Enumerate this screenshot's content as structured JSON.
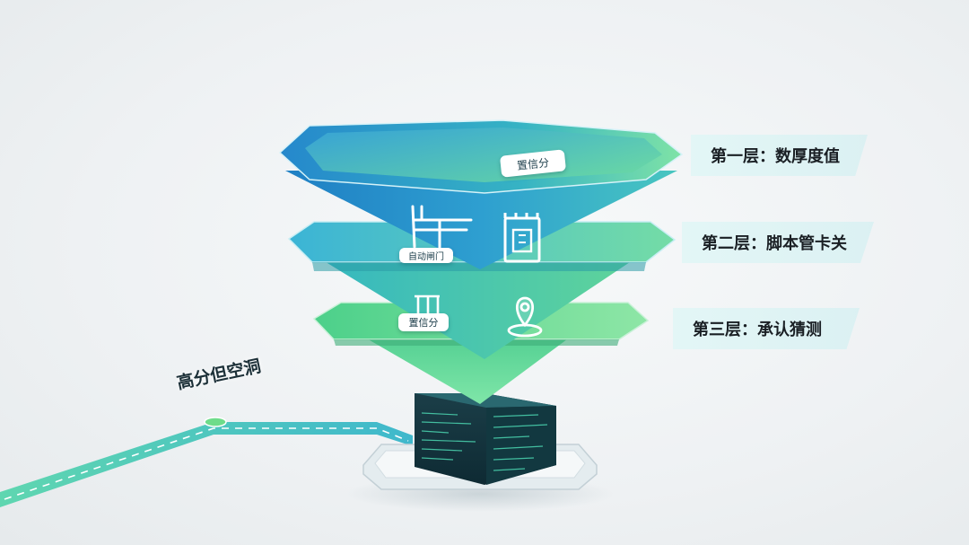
{
  "layers": [
    {
      "label": "第一层：数厚度值"
    },
    {
      "label": "第二层：脚本管卡关"
    },
    {
      "label": "第三层：承认猜测"
    }
  ],
  "funnel_tags": {
    "top": "置信分",
    "mid": "自动闸门",
    "bottom": "置信分"
  },
  "road": {
    "label": "高分但空洞"
  },
  "icons": [
    "caliper-icon",
    "gate-icon",
    "pillars-icon",
    "location-pin-icon",
    "code-cube-icon"
  ],
  "colors": {
    "blue": "#2a8fd0",
    "teal": "#3cc0c2",
    "green": "#6fdc9a",
    "road": "#44c2c8"
  }
}
